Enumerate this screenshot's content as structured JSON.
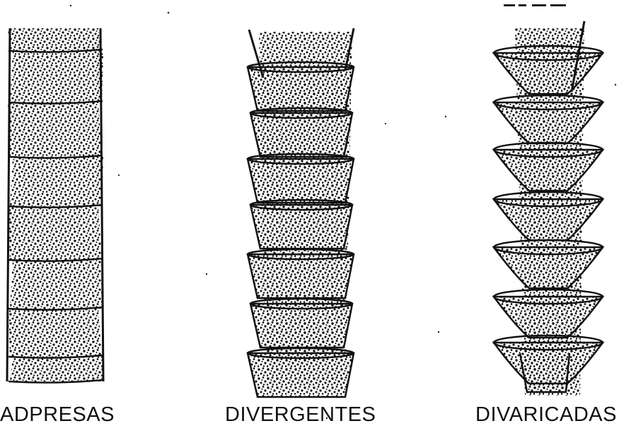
{
  "figure": {
    "labels": {
      "adpresas": "ADPRESAS",
      "divergentes": "DIVERGENTES",
      "divaricadas": "DIVARICADAS"
    },
    "colors": {
      "ink": "#111111",
      "paper": "#ffffff"
    }
  }
}
